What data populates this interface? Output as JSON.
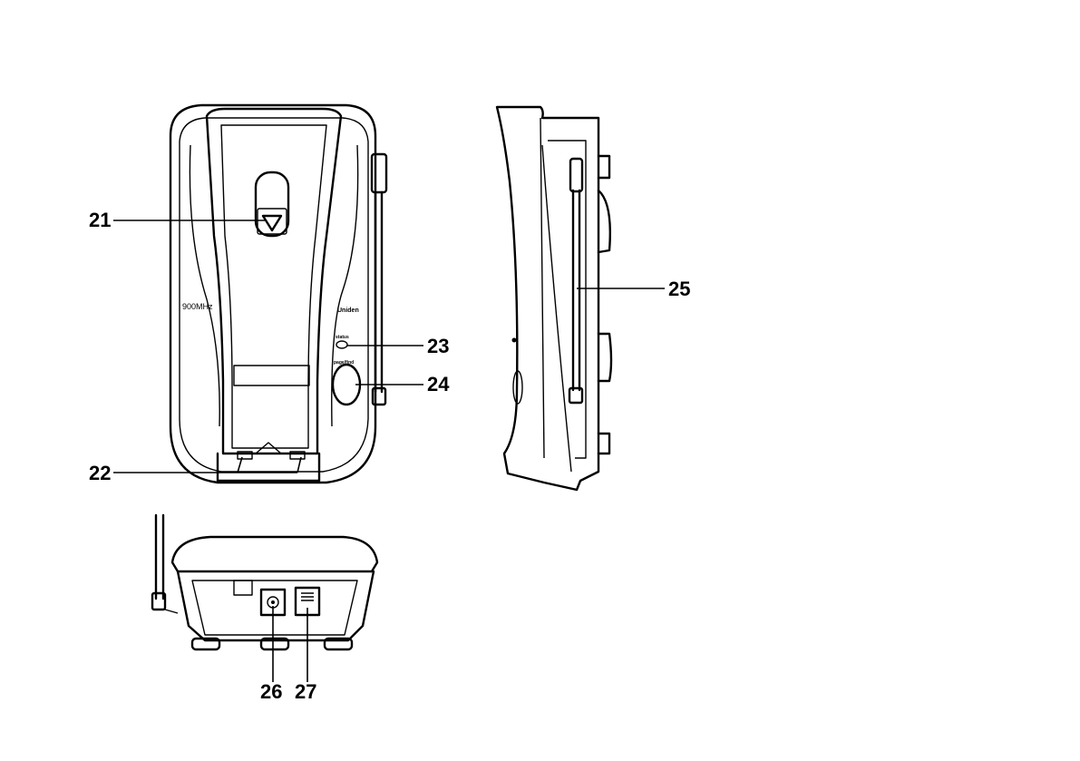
{
  "front_view": {
    "frequency_label": "900MHz",
    "brand_label": "Uniden",
    "status_label": "status",
    "page_find_label": "page/find"
  },
  "callouts": {
    "c21": "21",
    "c22": "22",
    "c23": "23",
    "c24": "24",
    "c25": "25",
    "c26": "26",
    "c27": "27"
  }
}
